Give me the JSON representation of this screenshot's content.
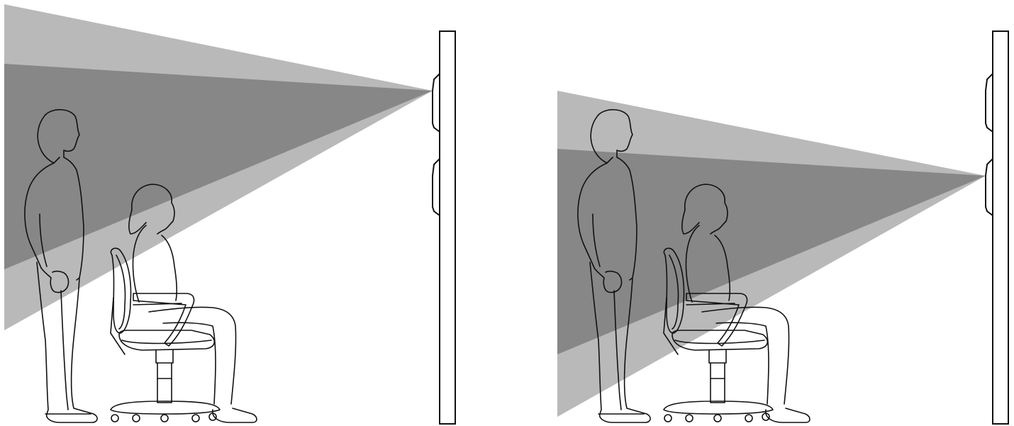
{
  "colors": {
    "background": "#ffffff",
    "line": "#111111",
    "beam_outer": "#b9b9b9",
    "beam_inner": "#7e7e7e",
    "wall": "#ffffff"
  },
  "panels": [
    {
      "id": "left",
      "sensors": 2,
      "active_sensor": "upper"
    },
    {
      "id": "right",
      "sensors": 2,
      "active_sensor": "lower"
    }
  ]
}
